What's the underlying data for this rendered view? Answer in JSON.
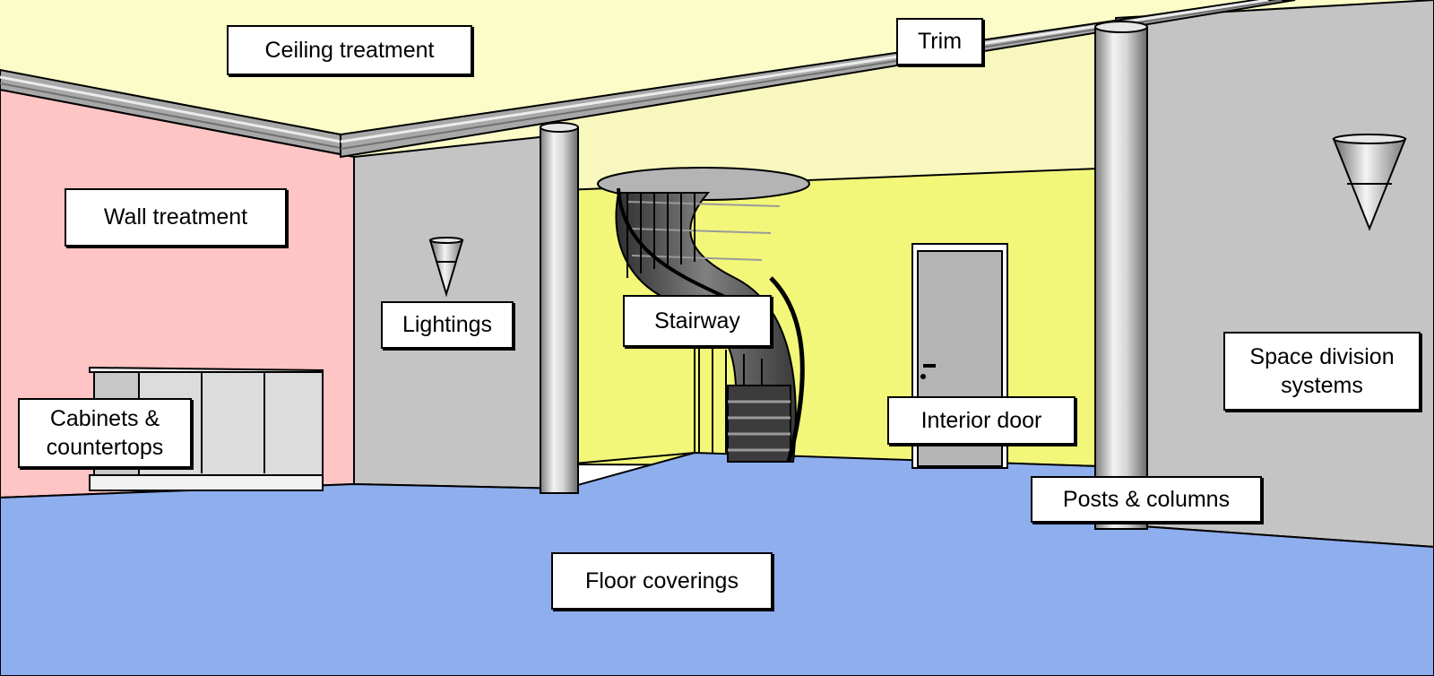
{
  "diagram": {
    "labels": {
      "ceiling": "Ceiling treatment",
      "trim": "Trim",
      "wall": "Wall treatment",
      "lightings": "Lightings",
      "stairway": "Stairway",
      "space_division": "Space division\nsystems",
      "cabinets": "Cabinets &\ncountertops",
      "interior_door": "Interior door",
      "posts": "Posts & columns",
      "floor": "Floor coverings"
    },
    "colors": {
      "ceiling": "#FCFCC8",
      "back_ceiling": "#F7F7BE",
      "pink_wall": "#FFC4C4",
      "gray_wall": "#C4C4C4",
      "yellow_wall": "#F2F77A",
      "floor": "#8EAEEE",
      "stair_dark": "#3C3C3C",
      "outline": "#000000"
    }
  }
}
